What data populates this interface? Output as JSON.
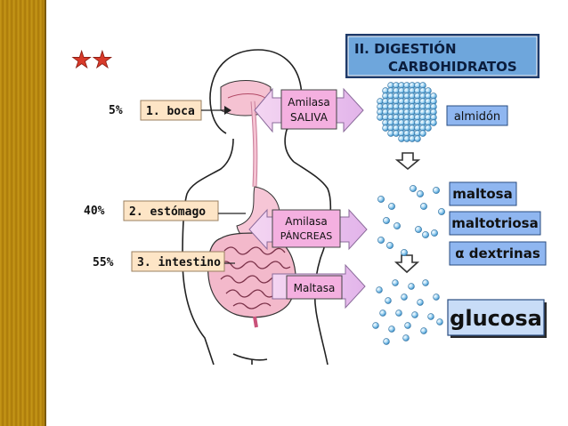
{
  "stars": "★★",
  "title": {
    "line1": "II. DIGESTIÓN",
    "line2": "CARBOHIDRATOS"
  },
  "organs": [
    {
      "percent": "5%",
      "label": "1. boca"
    },
    {
      "percent": "40%",
      "label": "2. estómago"
    },
    {
      "percent": "55%",
      "label": "3. intestino"
    }
  ],
  "enzymes": {
    "saliva": {
      "line1": "Amilasa",
      "line2": "SALIVA"
    },
    "pancreas": {
      "line1": "Amilasa",
      "line2": "PÁNCREAS"
    },
    "maltasa": {
      "line1": "Maltasa"
    }
  },
  "products": {
    "almidon": "almidón",
    "maltosa": "maltosa",
    "maltotriosa": "maltotriosa",
    "dextrinas": "α dextrinas",
    "glucosa": "glucosa"
  },
  "colors": {
    "title_bg": "#5b9bd5",
    "label_bg": "#fde5c6",
    "enzyme_bg": "#f4b0e0",
    "product_bg": "#8fb6f0",
    "glucose_bg": "#c8dcf7"
  }
}
